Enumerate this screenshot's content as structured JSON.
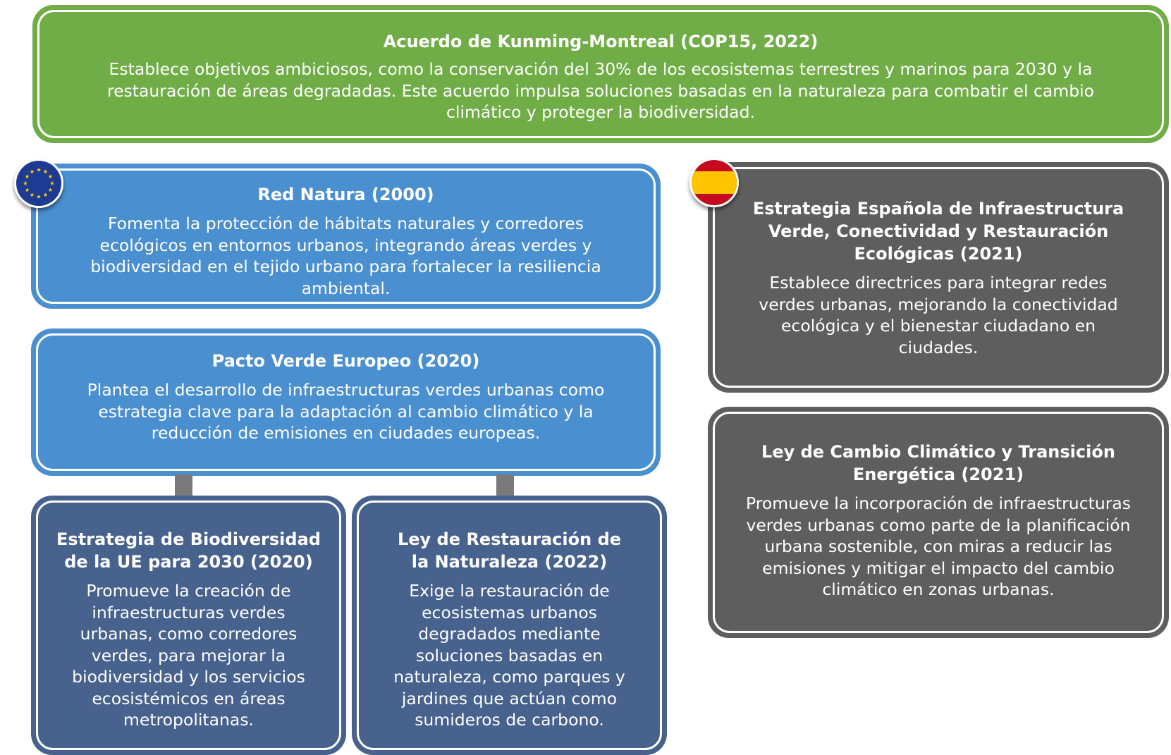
{
  "kunming": {
    "title": "Acuerdo de Kunming-Montreal (COP15, 2022)",
    "desc_line1": "Establece objetivos ambiciosos, como la conservación del 30% de los ecosistemas terrestres y marinos para 2030 y la",
    "desc_line2": "restauración de áreas degradadas. Este acuerdo impulsa soluciones basadas en la naturaleza para combatir el cambio",
    "desc_line3": "climático y proteger la biodiversidad."
  },
  "natura": {
    "title": "Red Natura (2000)",
    "desc": "Fomenta la protección de hábitats naturales y corredores ecológicos en entornos urbanos, integrando áreas verdes y biodiversidad en el tejido urbano para fortalecer la resiliencia ambiental."
  },
  "pacto": {
    "title": "Pacto Verde Europeo (2020)",
    "desc": "Plantea el desarrollo de infraestructuras verdes urbanas como estrategia clave para la adaptación al cambio climático y la reducción de emisiones en ciudades europeas."
  },
  "biodiversidad": {
    "title": "Estrategia de Biodiversidad de la UE para 2030 (2020)",
    "desc": "Promueve la creación de infraestructuras verdes urbanas, como corredores verdes, para mejorar la biodiversidad y los servicios ecosistémicos en áreas metropolitanas."
  },
  "restauracion": {
    "title": "Ley de Restauración de la Naturaleza (2022)",
    "desc": "Exige la restauración de ecosistemas urbanos degradados mediante soluciones basadas en naturaleza, como parques y jardines que actúan como sumideros de carbono."
  },
  "espanola": {
    "title": "Estrategia Española de Infraestructura Verde, Conectividad y Restauración Ecológicas (2021)",
    "desc": "Establece directrices para integrar redes verdes urbanas, mejorando la conectividad ecológica y el bienestar ciudadano en ciudades."
  },
  "ley_cambio": {
    "title": "Ley de Cambio Climático y Transición Energética (2021)",
    "desc": "Promueve la incorporación de infraestructuras verdes urbanas como parte de la planificación urbana sostenible, con miras a reducir las emisiones y mitigar el impacto del cambio climático en zonas urbanas."
  },
  "icons": {
    "eu": "eu-flag-icon",
    "es": "spain-flag-icon"
  },
  "colors": {
    "global": "#70ad47",
    "eu_primary": "#4a8fcf",
    "eu_secondary": "#47628d",
    "spain": "#5e5e5e",
    "connector": "#7a7a7a"
  }
}
